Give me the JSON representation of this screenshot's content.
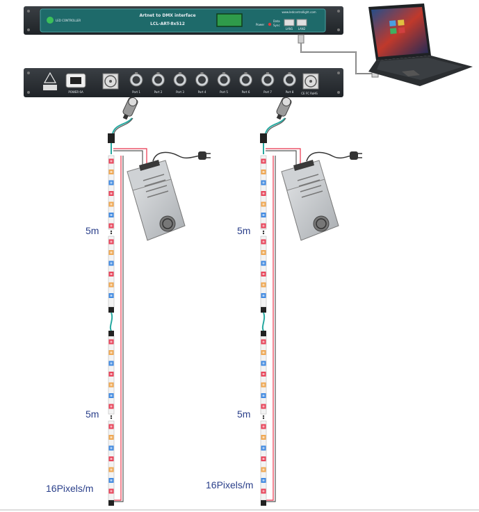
{
  "controller": {
    "title": "Artnet to DMX interface",
    "model": "LCL-ART-8x512",
    "brand_text": "LED CONTROLLER",
    "website": "www.ledcontrollight.com",
    "indicator_labels": [
      "Power",
      "Data",
      "Sync"
    ],
    "port_labels": [
      "LAN1",
      "LAN2"
    ]
  },
  "rear_panel": {
    "power_label": "POWER 6A",
    "ports": [
      "Port 1",
      "Port 2",
      "Port 3",
      "Port 4",
      "Port 5",
      "Port 6",
      "Port 7",
      "Port 8"
    ],
    "cert_text": "CE FC RoHS"
  },
  "labels": {
    "strip_length_top": "5m",
    "strip_length_bottom": "5m",
    "pixel_density": "16Pixels/m"
  },
  "colors": {
    "rack": "#2b2f33",
    "front_panel": "#1e6a6a",
    "led_red": "#e8324a",
    "led_blue": "#2f7fe0",
    "led_amber": "#f0a040",
    "label_blue": "#2a3f8a",
    "cable_teal": "#27a9a0",
    "cable_dark": "#555555"
  },
  "icons": [
    "laptop-icon",
    "xlr-plug-icon",
    "power-supply-icon",
    "ac-plug-icon",
    "fan-icon",
    "warning-icon",
    "rj45-icon"
  ]
}
